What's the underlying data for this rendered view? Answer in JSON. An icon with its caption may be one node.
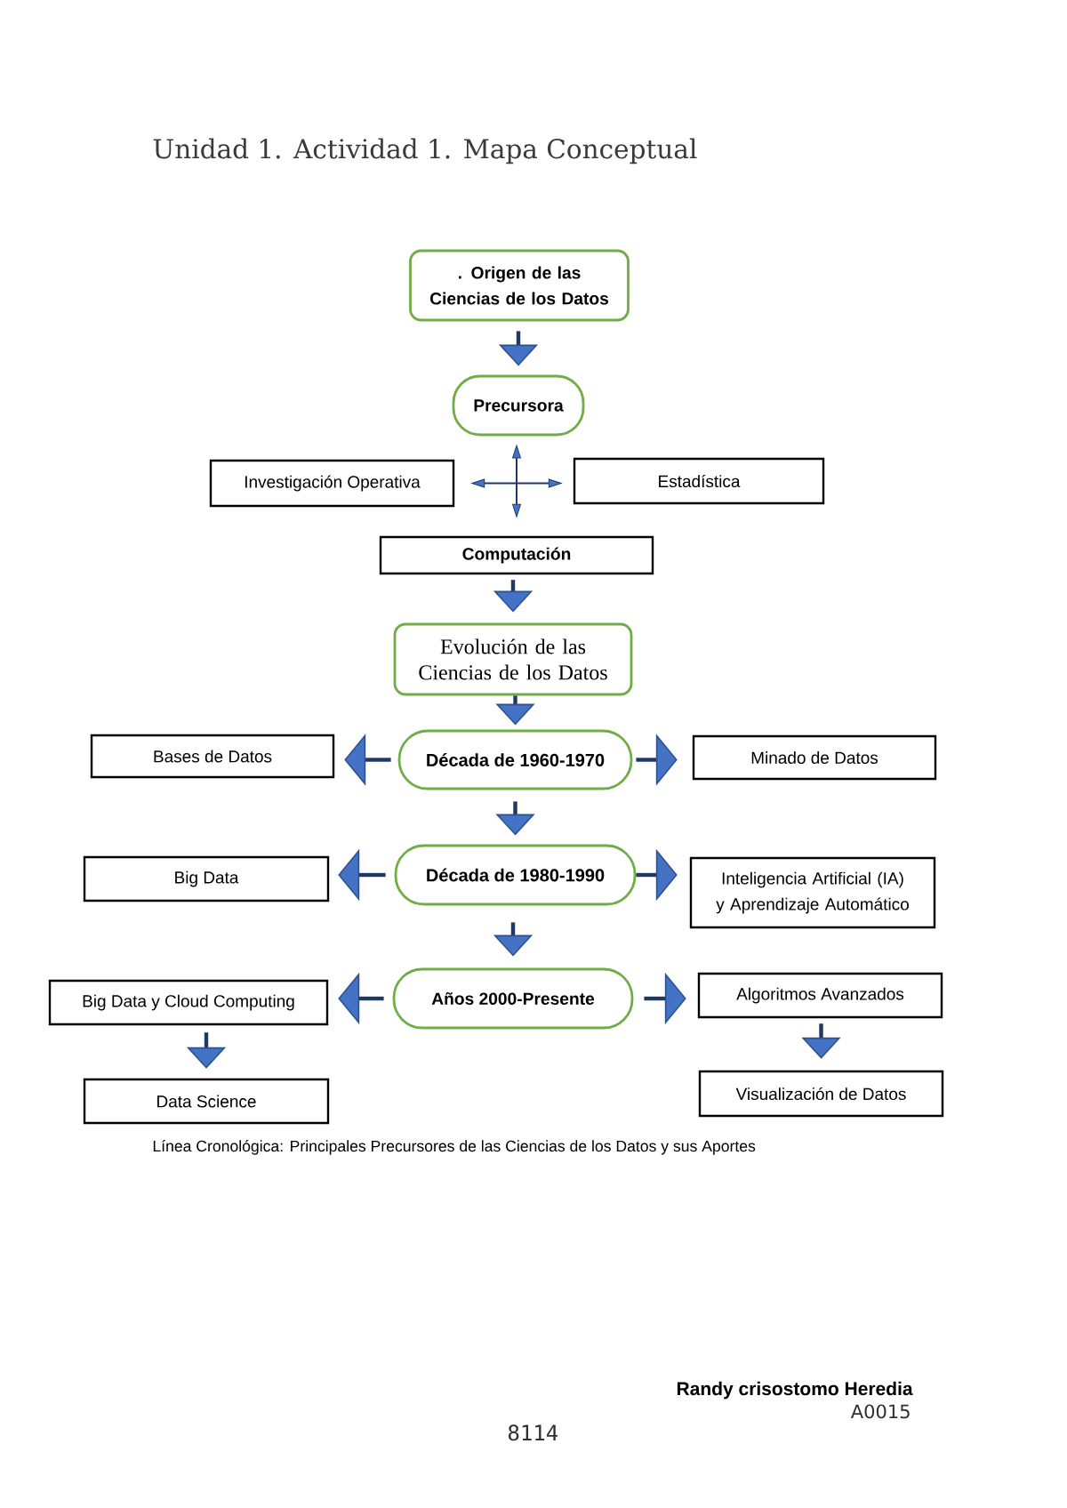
{
  "diagram": {
    "title": "Unidad 1. Actividad 1. Mapa Conceptual",
    "caption": "Línea Cronológica: Principales Precursores de las Ciencias de los Datos y sus Aportes",
    "nodes": [
      {
        "text": [
          ". Origen de las Ciencias de los Datos"
        ]
      },
      {
        "text": [
          "Precursora"
        ]
      },
      {
        "text": [
          "Investigación Operativa"
        ]
      },
      {
        "text": [
          "Estadística"
        ]
      },
      {
        "text": [
          "Computación"
        ]
      },
      {
        "text": [
          "Evolución de las Ciencias de los Datos"
        ]
      },
      {
        "text": [
          "Bases de Datos"
        ]
      },
      {
        "text": [
          "Década de 1960-1970"
        ]
      },
      {
        "text": [
          "Minado de Datos"
        ]
      },
      {
        "text": [
          "Big Data"
        ]
      },
      {
        "text": [
          "Década de 1980-1990"
        ]
      },
      {
        "text": [
          "Inteligencia Artificial (IA) y Aprendizaje Automático"
        ]
      },
      {
        "text": [
          "Big Data y Cloud Computing"
        ]
      },
      {
        "text": [
          "Años 2000-Presente"
        ]
      },
      {
        "text": [
          "Algoritmos Avanzados"
        ]
      },
      {
        "text": [
          "Data Science"
        ]
      },
      {
        "text": [
          "Visualización de Datos"
        ]
      }
    ],
    "edges": [
      {
        "from": 0,
        "to": 1,
        "arrow": "to"
      },
      {
        "from": 2,
        "to": 3,
        "arrow": "both"
      },
      {
        "from": 1,
        "to": 4,
        "arrow": "both"
      },
      {
        "from": 4,
        "to": 5,
        "arrow": "to"
      },
      {
        "from": 5,
        "to": 7,
        "arrow": "to"
      },
      {
        "from": 7,
        "to": 6,
        "arrow": "to"
      },
      {
        "from": 7,
        "to": 8,
        "arrow": "to"
      },
      {
        "from": 7,
        "to": 10,
        "arrow": "to"
      },
      {
        "from": 10,
        "to": 9,
        "arrow": "to"
      },
      {
        "from": 10,
        "to": 11,
        "arrow": "to"
      },
      {
        "from": 10,
        "to": 13,
        "arrow": "to"
      },
      {
        "from": 13,
        "to": 12,
        "arrow": "to"
      },
      {
        "from": 13,
        "to": 14,
        "arrow": "to"
      },
      {
        "from": 12,
        "to": 15,
        "arrow": "to"
      },
      {
        "from": 14,
        "to": 16,
        "arrow": "to"
      }
    ],
    "labels": [
      "Randy crisostomo Heredia",
      "A0015",
      "8114"
    ]
  }
}
